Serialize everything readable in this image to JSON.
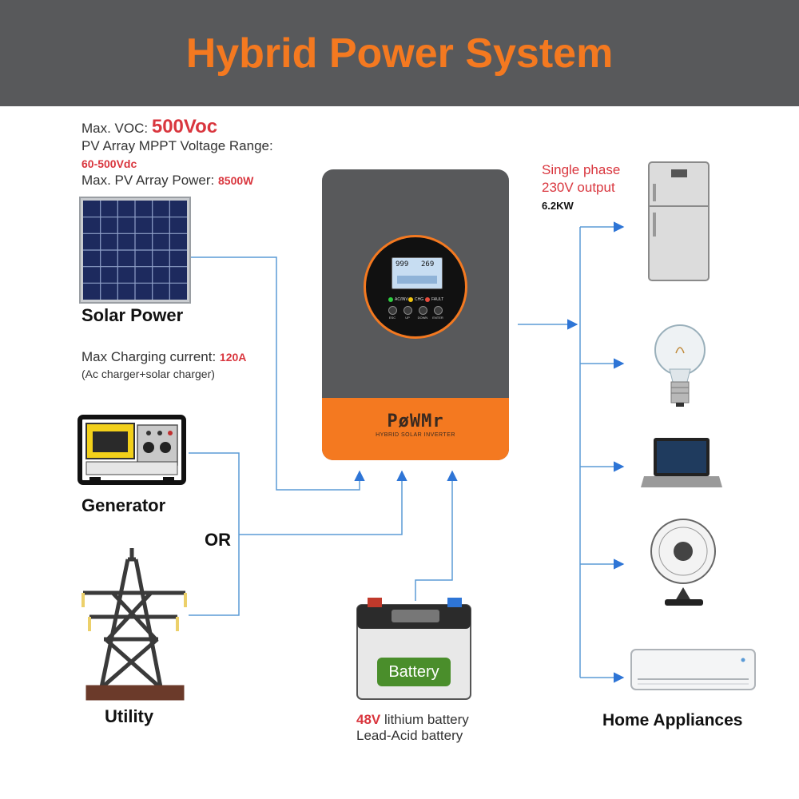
{
  "header": {
    "title": "Hybrid Power System"
  },
  "pv_specs": {
    "max_voc_label": "Max. VOC:",
    "max_voc_value": "500Voc",
    "mppt_label": "PV Array MPPT Voltage Range:",
    "mppt_value": "60-500Vdc",
    "max_power_label": "Max. PV Array Power:",
    "max_power_value": "8500W"
  },
  "solar": {
    "label": "Solar Power"
  },
  "charging": {
    "label": "Max Charging current:",
    "value": "120A",
    "note": "(Ac charger+solar charger)"
  },
  "generator": {
    "label": "Generator"
  },
  "or_label": "OR",
  "utility": {
    "label": "Utility"
  },
  "inverter": {
    "brand": "PøWMr",
    "subtitle": "HYBRID SOLAR INVERTER",
    "lcd_left": "999",
    "lcd_right": "269",
    "indicators": [
      "AC/INV",
      "CHG",
      "FAULT"
    ],
    "buttons": [
      "ESC",
      "UP",
      "DOWN",
      "ENTER"
    ]
  },
  "battery": {
    "badge": "Battery",
    "voltage": "48V",
    "line1_rest": "lithium battery",
    "line2": "Lead-Acid battery"
  },
  "output": {
    "line1": "Single phase",
    "line2": "230V output",
    "power": "6.2KW"
  },
  "appliances": {
    "label": "Home Appliances",
    "items": [
      "refrigerator-icon",
      "light-bulb-icon",
      "laptop-icon",
      "fan-icon",
      "air-conditioner-icon"
    ]
  },
  "colors": {
    "header_bg": "#58595b",
    "accent_orange": "#f47920",
    "highlight_red": "#d9363e",
    "wire_blue": "#5b9bd5",
    "arrow_blue": "#2e75d6",
    "inverter_gray": "#58595b"
  }
}
